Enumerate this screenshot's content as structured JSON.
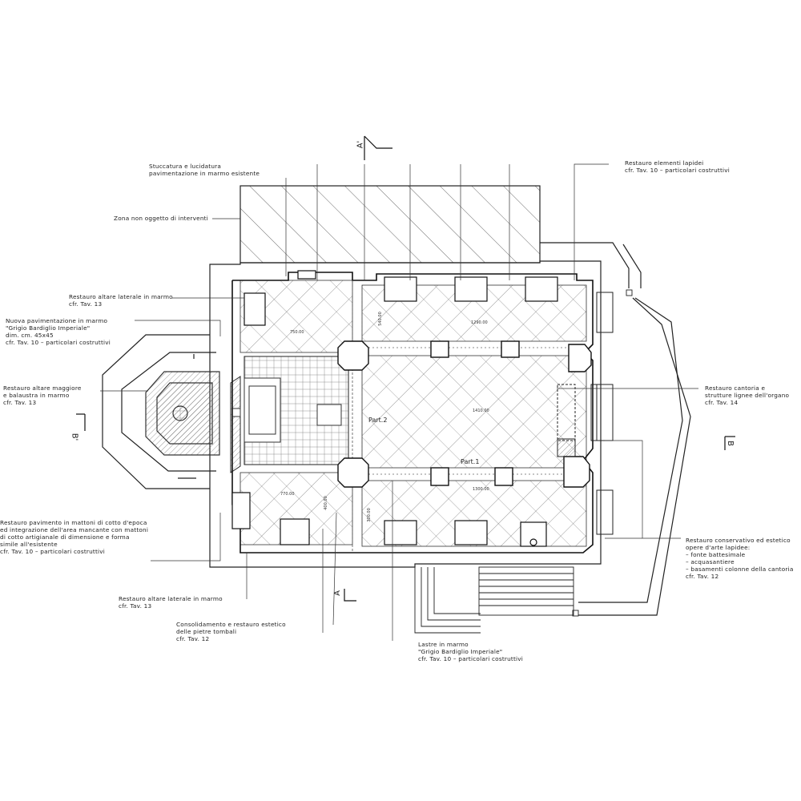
{
  "labels": {
    "stuccatura": [
      "Stuccatura e lucidatura",
      "pavimentazione in marmo esistente"
    ],
    "elementi_lapidei": [
      "Restauro elementi lapidei",
      "cfr. Tav. 10 – particolari costruttivi"
    ],
    "zona_non_oggetto": [
      "Zona non oggetto di interventi"
    ],
    "altare_laterale_top": [
      "Restauro altare laterale in marmo",
      "cfr. Tav. 13"
    ],
    "nuova_pavimentazione": [
      "Nuova pavimentazione in marmo",
      "\"Grigio Bardiglio Imperiale\"",
      "dim. cm. 45x45",
      "cfr. Tav. 10 – particolari costruttivi"
    ],
    "altare_maggiore": [
      "Restauro altare maggiore",
      "e balaustra in marmo",
      "cfr. Tav. 13"
    ],
    "cantoria": [
      "Restauro cantoria e",
      "strutture lignee dell'organo",
      "cfr. Tav. 14"
    ],
    "pavimento_cotto": [
      "Restauro pavimento in mattoni di cotto d'epoca",
      "ed integrazione dell'area mancante con mattoni",
      "di cotto artigianale di dimensione e forma",
      "simile all'esistente",
      "cfr. Tav. 10 – particolari costruttivi"
    ],
    "conservativo": [
      "Restauro conservativo ed estetico",
      "opere d'arte lapidee:",
      "– fonte battesimale",
      "– acquasantiere",
      "– basamenti colonne della cantoria",
      "cfr. Tav. 12"
    ],
    "altare_laterale_bottom": [
      "Restauro altare laterale in marmo",
      "cfr. Tav. 13"
    ],
    "pietre_tombali": [
      "Consolidamento e restauro estetico",
      "delle pietre tombali",
      "cfr. Tav. 12"
    ],
    "lastre": [
      "Lastre in marmo",
      "\"Grigio Bardiglio Imperiale\"",
      "cfr. Tav. 10 – particolari costruttivi"
    ]
  },
  "sections": {
    "a_top": "A'",
    "a_bottom": "A",
    "b_left": "B'",
    "b_right": "B"
  },
  "parts": {
    "part1": "Part.1",
    "part2": "Part.2"
  },
  "dimensions": {
    "d1": "750.00",
    "d2": "1290.00",
    "d3": "1410.00",
    "d4": "770.00",
    "d5": "1300.00",
    "d6": "540.00",
    "d7": "400.00",
    "d8": "300.00"
  }
}
